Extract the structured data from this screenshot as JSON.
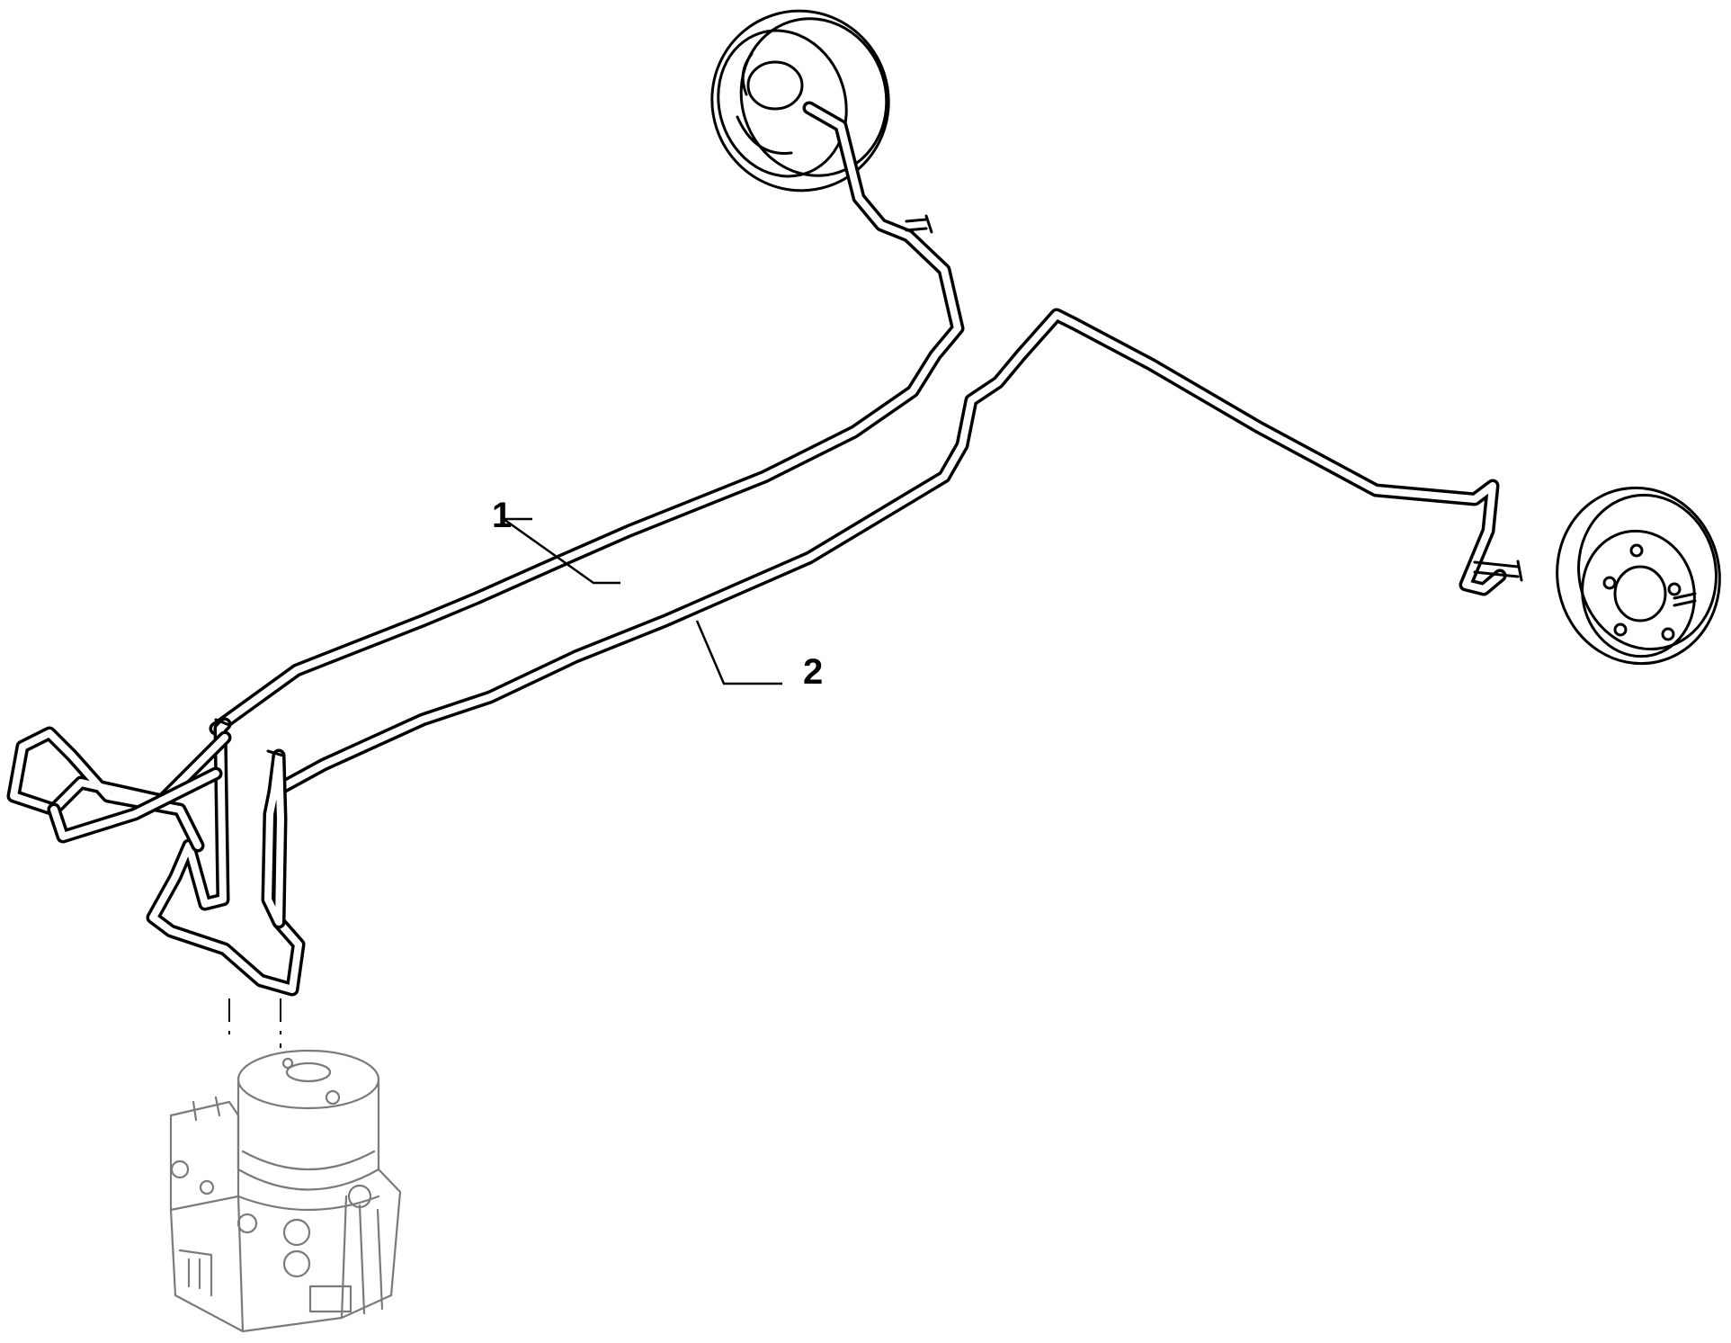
{
  "callouts": [
    {
      "id": "1",
      "label": "1"
    },
    {
      "id": "2",
      "label": "2"
    }
  ],
  "colors": {
    "ink": "#000000",
    "ghost": "#7a7a7a",
    "background": "#ffffff"
  }
}
